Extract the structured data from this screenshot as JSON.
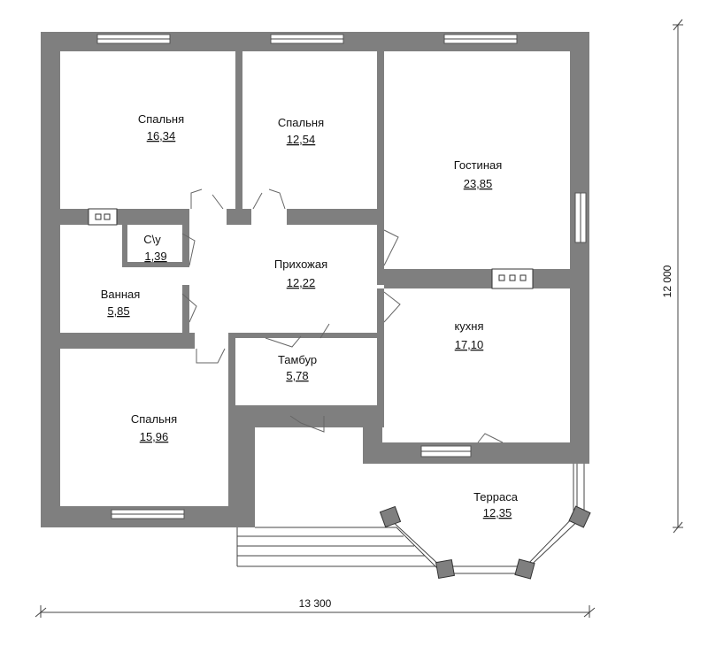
{
  "rooms": [
    {
      "name": "Спальня",
      "area": "16,34"
    },
    {
      "name": "Спальня",
      "area": "12,54"
    },
    {
      "name": "Гостиная",
      "area": "23,85"
    },
    {
      "name": "С\\у",
      "area": "1,39"
    },
    {
      "name": "Прихожая",
      "area": "12,22"
    },
    {
      "name": "Ванная",
      "area": "5,85"
    },
    {
      "name": "кухня",
      "area": "17,10"
    },
    {
      "name": "Тамбур",
      "area": "5,78"
    },
    {
      "name": "Спальня",
      "area": "15,96"
    },
    {
      "name": "Терраса",
      "area": "12,35"
    }
  ],
  "dimensions": {
    "width": "13 300",
    "height": "12 000"
  }
}
